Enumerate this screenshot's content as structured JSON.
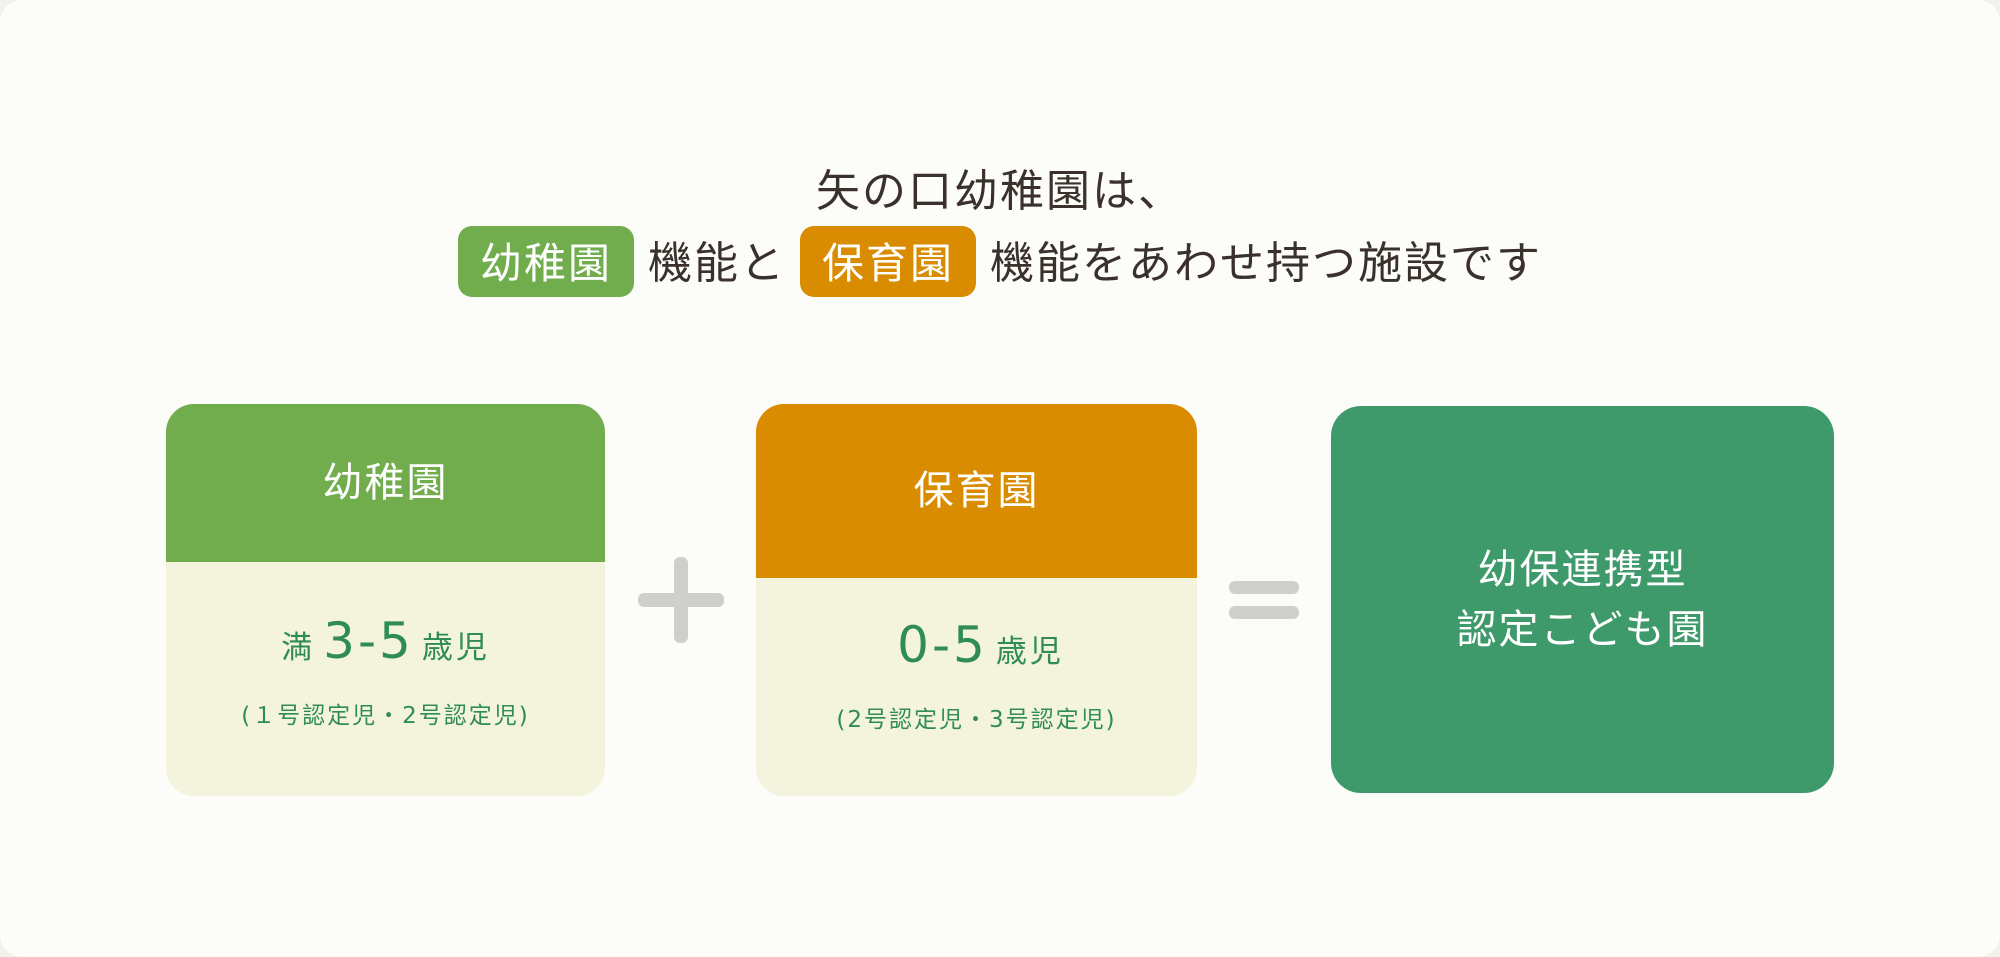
{
  "headline": {
    "line1": "矢の口幼稚園は、",
    "chip_kindergarten": "幼稚園",
    "mid": "機能と",
    "chip_nursery": "保育園",
    "end": "機能をあわせ持つ施設です"
  },
  "cards": {
    "kindergarten": {
      "title": "幼稚園",
      "age_prefix": "満",
      "age_range": "3-5",
      "age_suffix": "歳児",
      "certification": "(１号認定児・2号認定児)"
    },
    "nursery": {
      "title": "保育園",
      "age_range": "0-5",
      "age_suffix": "歳児",
      "certification": "(2号認定児・3号認定児)"
    }
  },
  "result": {
    "line1": "幼保連携型",
    "line2": "認定こども園"
  },
  "colors": {
    "kindergarten": "#72ad4d",
    "nursery": "#d98c00",
    "result": "#3f9a6b",
    "card_body": "#f4f3de",
    "accent_text": "#2e8c54"
  },
  "icons": [
    "plus-icon",
    "equals-icon"
  ]
}
